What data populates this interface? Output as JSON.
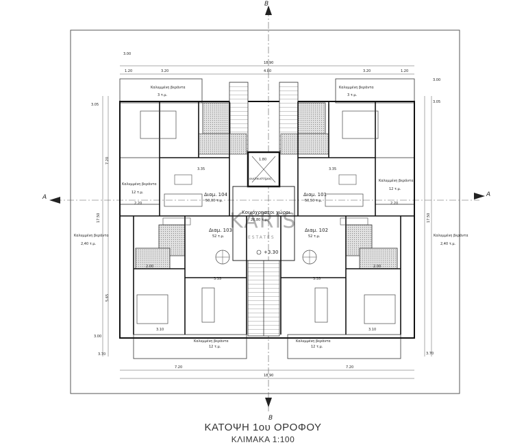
{
  "section_markers": {
    "a_left": "A",
    "a_right": "A",
    "b_top": "B",
    "b_bottom": "B"
  },
  "caption": {
    "title": "ΚΑΤΟΨΗ 1ου ΟΡΟΦΟΥ",
    "scale": "ΚΛΙΜΑΚΑ 1:100"
  },
  "watermark": {
    "text": "KARIS",
    "subtitle": "ESTATES"
  },
  "level": "+3.30",
  "apartments": [
    {
      "name": "Διαμ. 104",
      "area": "50,00 τ.μ."
    },
    {
      "name": "Διαμ. 101",
      "area": "50,50 τ.μ."
    },
    {
      "name": "Διαμ. 103",
      "area": "52 τ.μ."
    },
    {
      "name": "Διαμ. 102",
      "area": "52 τ.μ."
    }
  ],
  "common_area": {
    "name": "Κοινόχρηστοι χώροι",
    "area": "26,80 τ.μ."
  },
  "elevator": "ανελκυστήρας",
  "verandas": {
    "label": "Καλυμμένη βεράντα",
    "area_3": "3 τ.μ.",
    "area_12": "12 τ.μ.",
    "area_240": "2,40 τ.μ."
  },
  "dimensions": {
    "d1890": "18.90",
    "d320": "3.20",
    "d300": "3.00",
    "d335": "3.35",
    "d310": "3.10",
    "d720": "7.20",
    "d1750": "17.50",
    "d480": "4.80",
    "d120": "1.20",
    "d305": "3.05",
    "d370": "3.70",
    "d565": "5.65",
    "d200": "2.00",
    "d220": "2.20",
    "d180": "1.80"
  }
}
